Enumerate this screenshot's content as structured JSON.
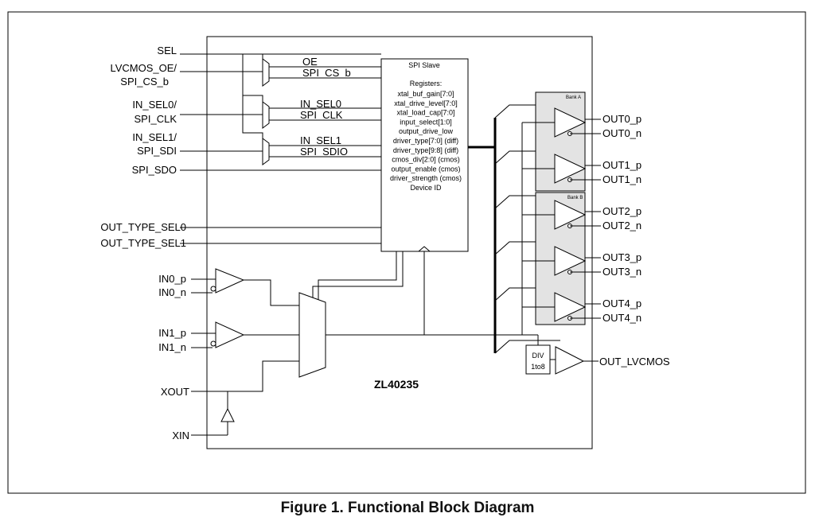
{
  "figure": {
    "caption": "Figure 1.  Functional Block Diagram"
  },
  "chip": {
    "name": "ZL40235"
  },
  "left_pins": {
    "sel": "SEL",
    "lvcmos_oe": "LVCMOS_OE/",
    "spi_cs_b": "SPI_CS_b",
    "in_sel0": "IN_SEL0/",
    "spi_clk": "SPI_CLK",
    "in_sel1": "IN_SEL1/",
    "spi_sdi": "SPI_SDI",
    "spi_sdo": "SPI_SDO",
    "out_type_sel0": "OUT_TYPE_SEL0",
    "out_type_sel1": "OUT_TYPE_SEL1",
    "in0_p": "IN0_p",
    "in0_n": "IN0_n",
    "in1_p": "IN1_p",
    "in1_n": "IN1_n",
    "xout": "XOUT",
    "xin": "XIN"
  },
  "internal_signals": {
    "oe": "OE",
    "spi_cs_b": "SPI_CS_b",
    "in_sel0": "IN_SEL0",
    "spi_clk": "SPI_CLK",
    "in_sel1": "IN_SEL1",
    "spi_sdio": "SPI_SDIO"
  },
  "spi_block": {
    "title": "SPI Slave",
    "registers_title": "Registers:",
    "registers": [
      "xtal_buf_gain[7:0]",
      "xtal_drive_level[7:0]",
      "xtal_load_cap[7:0]",
      "input_select[1:0]",
      "output_drive_low",
      "driver_type[7:0] (diff)",
      "driver_type[9:8] (diff)",
      "cmos_div[2:0] (cmos)",
      "output_enable (cmos)",
      "driver_strength (cmos)",
      "Device ID"
    ]
  },
  "banks": {
    "a": "Bank A",
    "b": "Bank B"
  },
  "outputs": [
    {
      "p": "OUT0_p",
      "n": "OUT0_n"
    },
    {
      "p": "OUT1_p",
      "n": "OUT1_n"
    },
    {
      "p": "OUT2_p",
      "n": "OUT2_n"
    },
    {
      "p": "OUT3_p",
      "n": "OUT3_n"
    },
    {
      "p": "OUT4_p",
      "n": "OUT4_n"
    }
  ],
  "divider": {
    "line1": "DIV",
    "line2": "1to8"
  },
  "lvcmos_output": "OUT_LVCMOS",
  "colors": {
    "bank_fill": "#e3e3e3",
    "line": "#000000"
  }
}
